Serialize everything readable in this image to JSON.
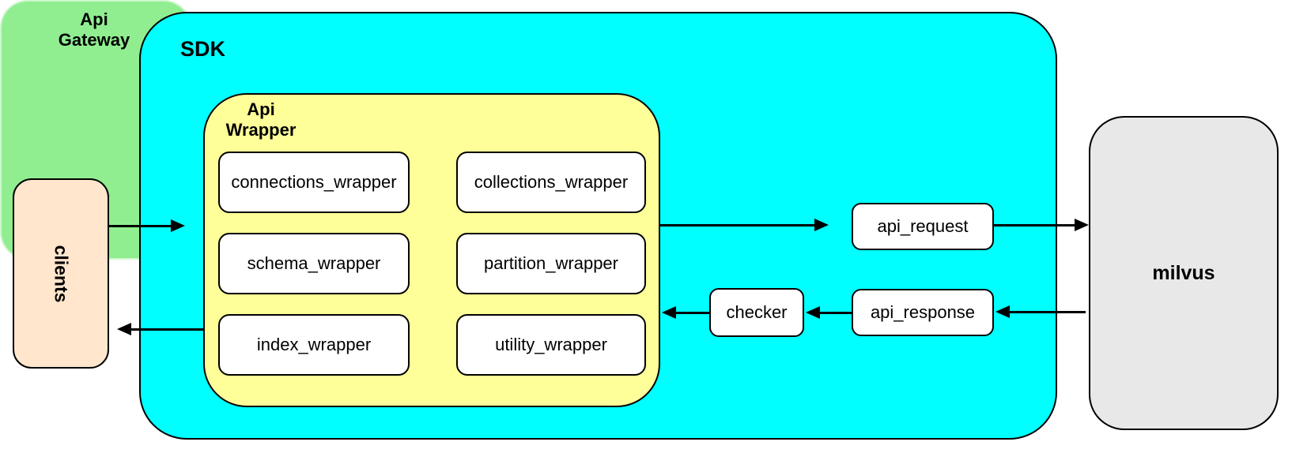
{
  "diagram": {
    "clients": {
      "label": "clients",
      "fill": "#FFE6CC"
    },
    "sdk": {
      "label": "SDK",
      "fill": "#00FFFF"
    },
    "api_wrapper": {
      "label_line1": "Api",
      "label_line2": "Wrapper",
      "fill": "#FFFF99",
      "boxes": [
        "connections_wrapper",
        "collections_wrapper",
        "schema_wrapper",
        "partition_wrapper",
        "index_wrapper",
        "utility_wrapper"
      ]
    },
    "checker": {
      "label": "checker"
    },
    "api_gateway": {
      "label_line1": "Api",
      "label_line2": "Gateway",
      "fill": "#90EE90",
      "boxes": [
        "api_request",
        "api_response"
      ]
    },
    "milvus": {
      "label": "milvus",
      "fill": "#E8E8E8"
    }
  },
  "edges": [
    {
      "from": "clients",
      "to": "sdk",
      "kind": "request"
    },
    {
      "from": "api_wrapper",
      "to": "api_gateway",
      "kind": "request"
    },
    {
      "from": "api_request",
      "to": "milvus",
      "kind": "request"
    },
    {
      "from": "milvus",
      "to": "api_response",
      "kind": "response"
    },
    {
      "from": "api_response",
      "to": "checker",
      "kind": "response"
    },
    {
      "from": "checker",
      "to": "api_wrapper",
      "kind": "response"
    },
    {
      "from": "api_wrapper",
      "to": "clients",
      "kind": "response"
    }
  ],
  "colors": {
    "sdk_fill": "#00FFFF",
    "api_wrapper_fill": "#FFFF99",
    "api_gateway_fill": "#90EE90",
    "clients_fill": "#FFE6CC",
    "milvus_fill": "#E8E8E8",
    "stroke": "#000000",
    "background": "#FFFFFF"
  }
}
